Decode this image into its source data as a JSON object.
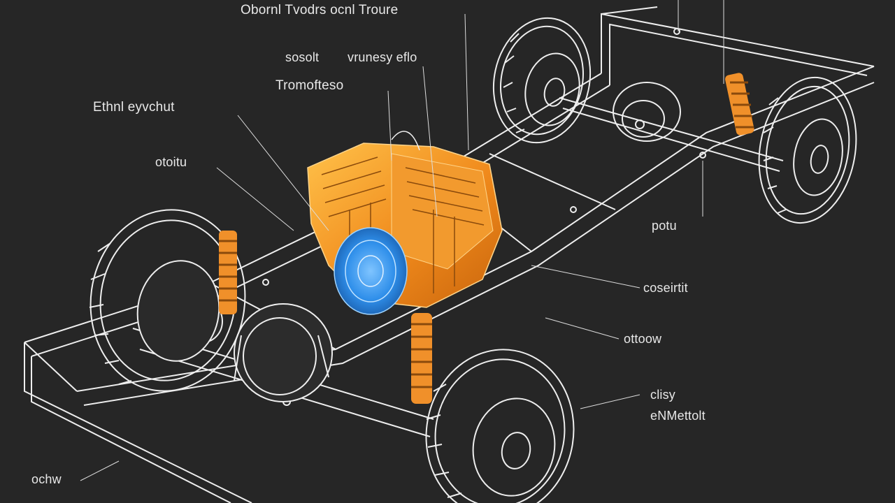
{
  "colors": {
    "background": "#262626",
    "wireframe": "#eeeeee",
    "engine": "#f08a1c",
    "engine_highlight": "#ffc24a",
    "flywheel": "#2f8fea",
    "spring": "#f0902a",
    "label_text": "#e8e8e8"
  },
  "labels": {
    "top_center": "Obornl Tvodrs ocnl  Troure",
    "top_small_left": "sosolt",
    "top_small_right": "vrunesy eflo",
    "transmission": "Tromofteso",
    "left_upper": "Ethnl eyvchut",
    "left_mid": "otoitu",
    "right_upper": "potu",
    "right_mid": "coseirtit",
    "right_lower": "ottoow",
    "right_bottom_1": "clisy",
    "right_bottom_2": "eNMettolt",
    "bottom_left": "ochw"
  },
  "icons": {
    "engine": "engine-block-icon",
    "flywheel": "flywheel-icon",
    "spring": "coil-spring-icon",
    "wheel": "wheel-icon"
  }
}
